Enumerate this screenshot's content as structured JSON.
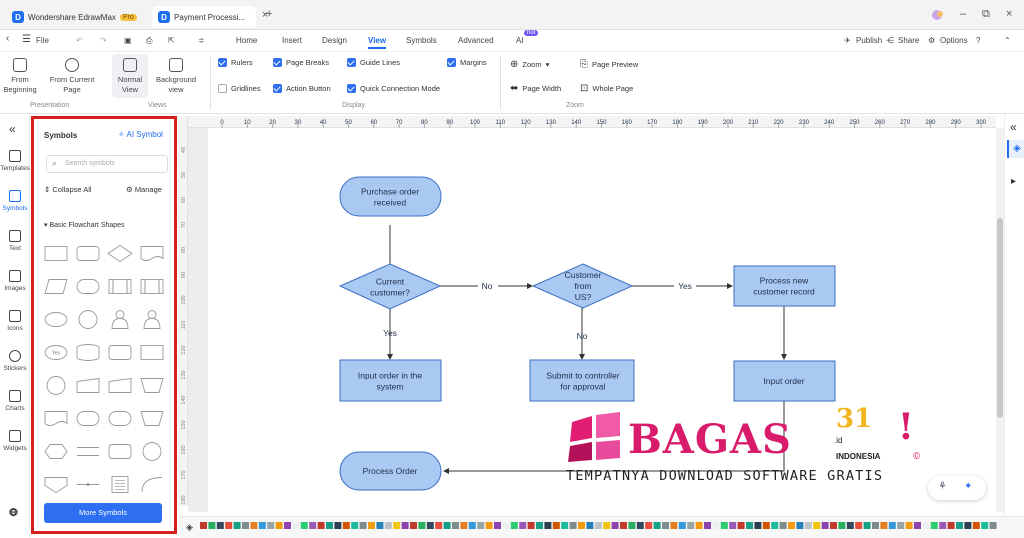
{
  "titlebar": {
    "app_tab": "Wondershare EdrawMax",
    "pro_badge": "Pro",
    "doc_tab": "Payment Processi...",
    "close": "×",
    "new_tab": "+",
    "minimize": "–",
    "restore": "⧉",
    "win_close": "×"
  },
  "menubar": {
    "file": "File",
    "menus": [
      "Home",
      "Insert",
      "Design",
      "View",
      "Symbols",
      "Advanced",
      "AI"
    ],
    "active": "View",
    "ai_badge": "hot",
    "publish": "Publish",
    "share": "Share",
    "options": "Options"
  },
  "ribbon": {
    "from_beginning": [
      "From",
      "Beginning"
    ],
    "from_current": [
      "From Current",
      "Page"
    ],
    "normal_view": [
      "Normal",
      "View"
    ],
    "background_view": [
      "Background",
      "view"
    ],
    "group_presentation": "Presentation",
    "group_views": "Views",
    "group_display": "Display",
    "group_zoom": "Zoom",
    "checks": [
      {
        "label": "Rulers",
        "checked": true
      },
      {
        "label": "Page Breaks",
        "checked": true
      },
      {
        "label": "Guide Lines",
        "checked": true
      },
      {
        "label": "Margins",
        "checked": true
      },
      {
        "label": "Gridlines",
        "checked": false
      },
      {
        "label": "Action Button",
        "checked": true
      },
      {
        "label": "Quick Connection Mode",
        "checked": true
      }
    ],
    "zoom": "Zoom",
    "page_preview": "Page Preview",
    "page_width": "Page Width",
    "whole_page": "Whole Page"
  },
  "leftnav": [
    "Templates",
    "Symbols",
    "Text",
    "Images",
    "Icons",
    "Stickers",
    "Charts",
    "Widgets"
  ],
  "symbols_panel": {
    "title": "Symbols",
    "ai_symbol": "AI Symbol",
    "search_placeholder": "Search symbols",
    "collapse_all": "Collapse All",
    "manage": "Manage",
    "category": "Basic Flowchart Shapes",
    "more_symbols": "More Symbols"
  },
  "ruler_h": [
    "0",
    "10",
    "20",
    "30",
    "40",
    "50",
    "60",
    "70",
    "80",
    "90",
    "100",
    "110",
    "120",
    "130",
    "140",
    "150",
    "160",
    "170",
    "180",
    "190",
    "200",
    "210",
    "220",
    "230",
    "240",
    "250",
    "260",
    "270",
    "280",
    "290",
    "300"
  ],
  "ruler_v": [
    "40",
    "50",
    "60",
    "70",
    "80",
    "90",
    "100",
    "110",
    "120",
    "130",
    "140",
    "150",
    "160",
    "170",
    "180"
  ],
  "flowchart": {
    "start": [
      "Purchase  order",
      "received"
    ],
    "decision1": [
      "Current",
      "customer?"
    ],
    "decision2": [
      "Customer",
      "from",
      "US?"
    ],
    "process_new": [
      "Process  new",
      "customer  record"
    ],
    "input_system": [
      "Input order in the",
      "system"
    ],
    "submit": [
      "Submit to controller",
      "for approval"
    ],
    "input_order": "Input order",
    "process_order": "Process Order",
    "no1": "No",
    "yes1": "Yes",
    "no2": "No",
    "yes2": "Yes"
  },
  "watermark": {
    "brand": "BAGAS",
    "num": "31",
    "tld": ".id",
    "country": "INDONESIA",
    "tagline": "TEMPATNYA DOWNLOAD SOFTWARE GRATIS"
  },
  "colors": {
    "accent": "#1e6cf0",
    "node_fill": "#a9c8f2",
    "node_stroke": "#3b6fc2",
    "highlight": "#d62020"
  }
}
